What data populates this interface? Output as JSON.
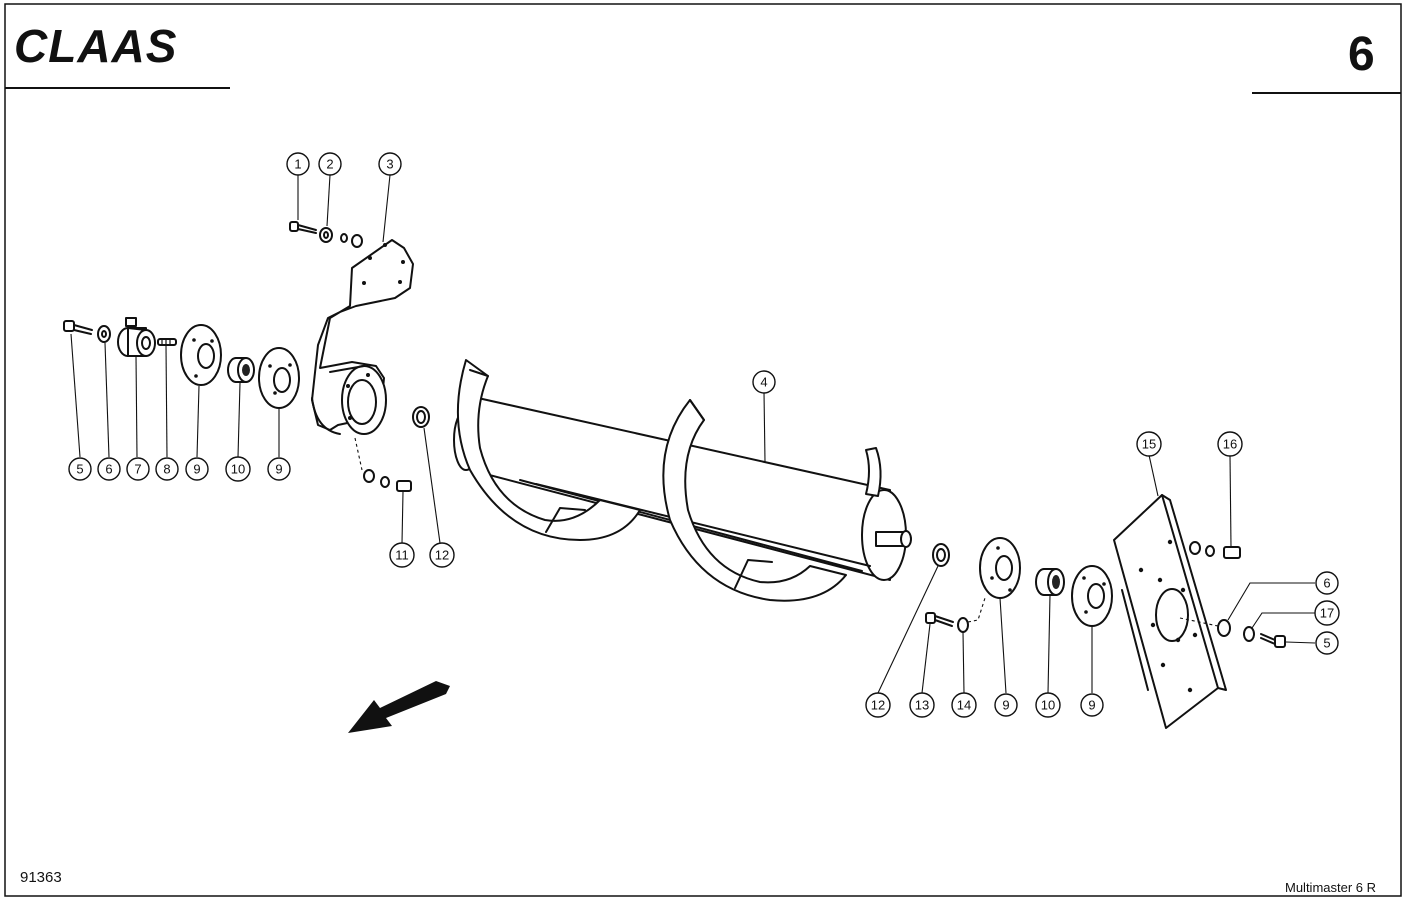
{
  "header": {
    "brand_logo": "CLAAS",
    "page_number": "6"
  },
  "footer": {
    "drawing_number": "91363",
    "model_name": "Multimaster 6 R"
  },
  "callouts": {
    "c1": "1",
    "c2": "2",
    "c3": "3",
    "c4": "4",
    "c5a": "5",
    "c6a": "6",
    "c7": "7",
    "c8": "8",
    "c9a": "9",
    "c10a": "10",
    "c9b": "9",
    "c11": "11",
    "c12a": "12",
    "c15": "15",
    "c16": "16",
    "c6b": "6",
    "c17": "17",
    "c5b": "5",
    "c12b": "12",
    "c13": "13",
    "c14": "14",
    "c9c": "9",
    "c10b": "10",
    "c9d": "9"
  },
  "icons": {
    "direction_arrow": "arrow-down-left-icon"
  }
}
